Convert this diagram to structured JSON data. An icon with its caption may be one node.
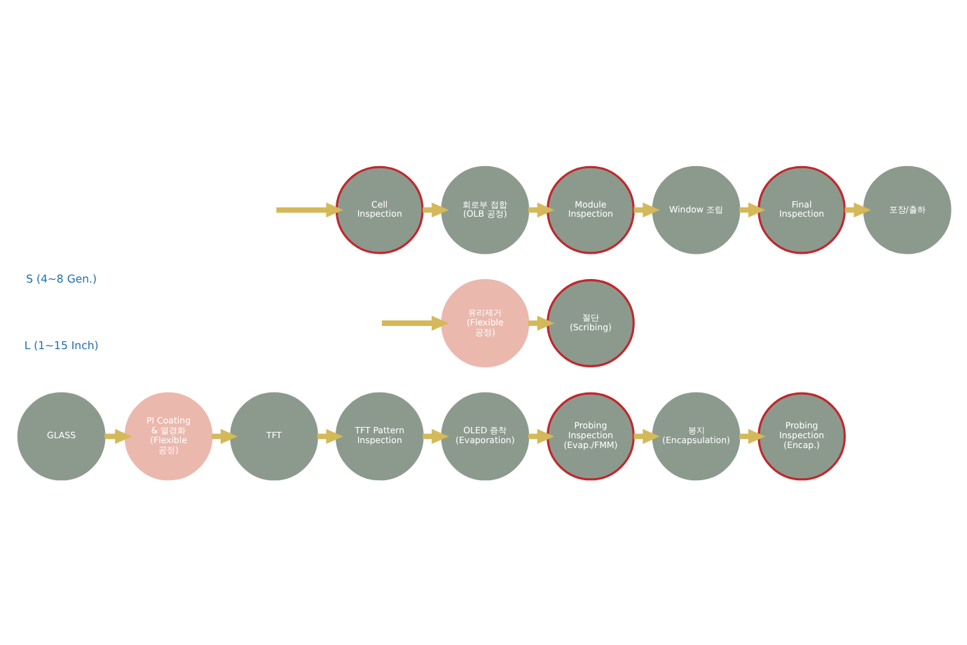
{
  "diagram": {
    "nodes": [
      {
        "text": [
          "GLASS"
        ]
      },
      {
        "text": [
          "PI Coating & 열경화",
          "(Flexible 공정)"
        ]
      },
      {
        "text": [
          "TFT"
        ]
      },
      {
        "text": [
          "TFT Pattern Inspection"
        ]
      },
      {
        "text": [
          "OLED 증착",
          "(Evaporation)"
        ]
      },
      {
        "text": [
          "Probing Inspection (Evap./FMM)"
        ]
      },
      {
        "text": [
          "봉지",
          "(Encapsulation)"
        ]
      },
      {
        "text": [
          "Probing Inspection (Encap.)"
        ]
      },
      {
        "text": [
          "유리제거",
          "(Flexible 공정)"
        ]
      },
      {
        "text": [
          "절단",
          "(Scribing)"
        ]
      },
      {
        "text": [
          "Cell Inspection"
        ]
      },
      {
        "text": [
          "회로부 접합",
          "(OLB 공정)"
        ]
      },
      {
        "text": [
          "Module Inspection"
        ]
      },
      {
        "text": [
          "Window 조립"
        ]
      },
      {
        "text": [
          "Final Inspection"
        ]
      },
      {
        "text": [
          "포장/출하"
        ]
      }
    ],
    "edges": [
      {
        "from": 0,
        "to": 1,
        "arrow": "to"
      },
      {
        "from": 1,
        "to": 2,
        "arrow": "to"
      },
      {
        "from": 2,
        "to": 3,
        "arrow": "to"
      },
      {
        "from": 3,
        "to": 4,
        "arrow": "to"
      },
      {
        "from": 4,
        "to": 5,
        "arrow": "to"
      },
      {
        "from": 5,
        "to": 6,
        "arrow": "to"
      },
      {
        "from": 6,
        "to": 7,
        "arrow": "to"
      },
      {
        "from": null,
        "to": 8,
        "arrow": "to"
      },
      {
        "from": 8,
        "to": 9,
        "arrow": "to"
      },
      {
        "from": null,
        "to": 10,
        "arrow": "to"
      },
      {
        "from": 10,
        "to": 11,
        "arrow": "to"
      },
      {
        "from": 11,
        "to": 12,
        "arrow": "to"
      },
      {
        "from": 12,
        "to": 13,
        "arrow": "to"
      },
      {
        "from": 13,
        "to": 14,
        "arrow": "to"
      },
      {
        "from": 14,
        "to": 15,
        "arrow": "to"
      }
    ],
    "labels": [
      "S (4~8 Gen.)",
      "L (1~15 Inch)"
    ]
  }
}
